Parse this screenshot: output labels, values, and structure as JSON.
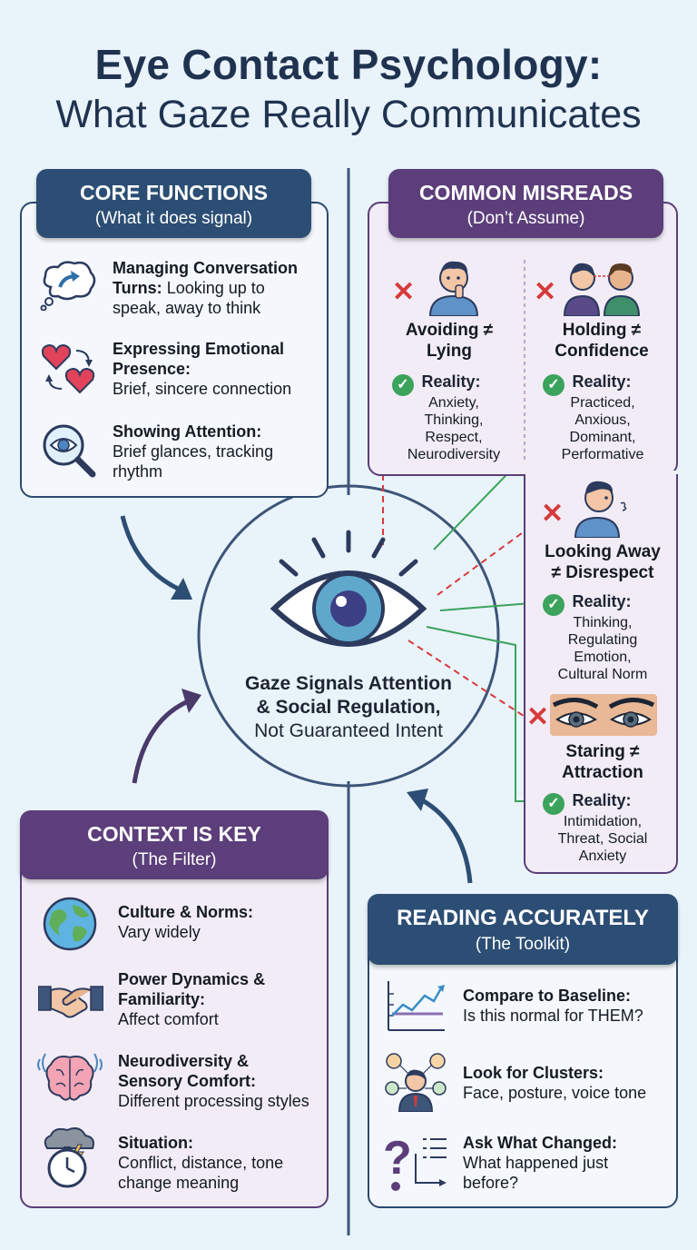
{
  "title": {
    "line1": "Eye Contact Psychology:",
    "line2": "What Gaze Really Communicates"
  },
  "core": {
    "heading": "CORE FUNCTIONS",
    "subheading": "(What it does signal)",
    "items": [
      {
        "title": "Managing Conversation",
        "title_rest": "Turns:",
        "desc": "Looking up to",
        "desc2": "speak, away to think",
        "icon": "thought-bubble-icon"
      },
      {
        "title": "Expressing Emotional",
        "title_rest": "Presence:",
        "desc": "Brief, sincere connection",
        "icon": "hearts-icon"
      },
      {
        "title": "Showing Attention:",
        "desc": "Brief glances, tracking",
        "desc2": "rhythm",
        "icon": "magnifier-eye-icon"
      }
    ]
  },
  "misreads": {
    "heading": "COMMON MISREADS",
    "subheading": "(Don’t Assume)",
    "reality_label": "Reality:",
    "items": [
      {
        "title1": "Avoiding ≠",
        "title2": "Lying",
        "reality": [
          "Anxiety,",
          "Thinking,",
          "Respect,",
          "Neurodiversity"
        ]
      },
      {
        "title1": "Holding ≠",
        "title2": "Confidence",
        "reality": [
          "Practiced,",
          "Anxious,",
          "Dominant,",
          "Performative"
        ]
      },
      {
        "title1": "Looking Away",
        "title2": "≠ Disrespect",
        "reality": [
          "Thinking,",
          "Regulating",
          "Emotion,",
          "Cultural Norm"
        ]
      },
      {
        "title1": "Staring ≠",
        "title2": "Attraction",
        "reality": [
          "Intimidation,",
          "Threat, Social",
          "Anxiety"
        ]
      }
    ]
  },
  "center": {
    "line1": "Gaze Signals Attention",
    "line2": "& Social Regulation,",
    "line3": "Not Guaranteed Intent"
  },
  "context": {
    "heading": "CONTEXT IS KEY",
    "subheading": "(The Filter)",
    "items": [
      {
        "title": "Culture & Norms:",
        "desc": "Vary widely",
        "icon": "globe-icon"
      },
      {
        "title": "Power Dynamics &",
        "title2": "Familiarity:",
        "desc": "Affect comfort",
        "icon": "handshake-icon"
      },
      {
        "title": "Neurodiversity &",
        "title2": "Sensory Comfort:",
        "desc": "Different processing styles",
        "icon": "brain-icon"
      },
      {
        "title": "Situation:",
        "desc": "Conflict, distance, tone",
        "desc2": "change meaning",
        "icon": "storm-clock-icon"
      }
    ]
  },
  "reading": {
    "heading": "READING ACCURATELY",
    "subheading": "(The Toolkit)",
    "items": [
      {
        "title": "Compare to Baseline:",
        "desc": "Is this normal for THEM?",
        "icon": "line-chart-icon"
      },
      {
        "title": "Look for Clusters:",
        "desc": "Face, posture, voice tone",
        "icon": "person-network-icon"
      },
      {
        "title": "Ask What Changed:",
        "desc": "What happened just",
        "desc2": "before?",
        "icon": "question-flow-icon"
      }
    ]
  },
  "colors": {
    "navy": "#2c4e74",
    "purple": "#5b3e7a",
    "red": "#d63a3a",
    "green": "#3ba35b"
  }
}
